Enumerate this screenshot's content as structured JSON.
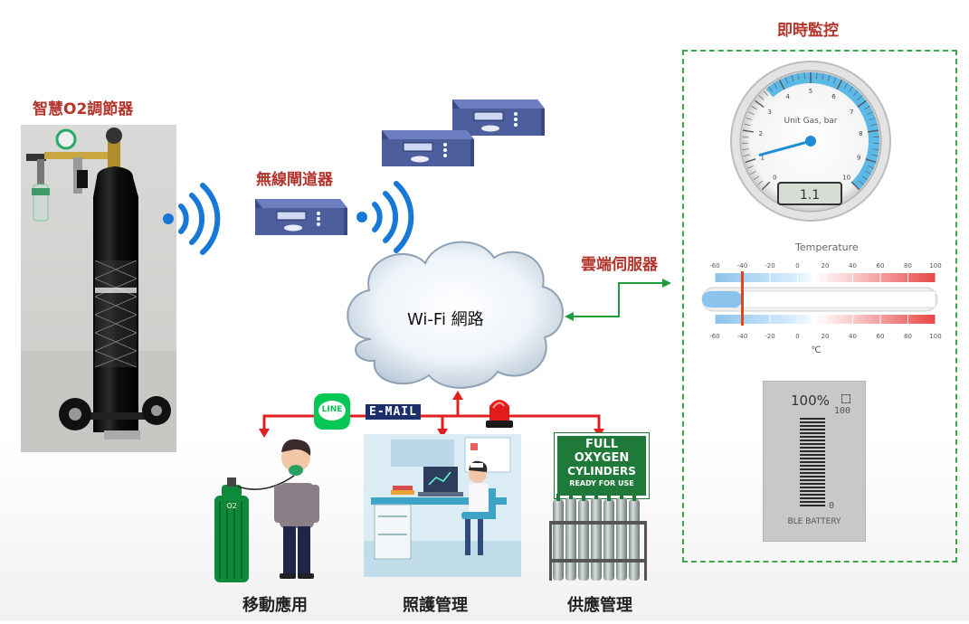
{
  "labels": {
    "smart_regulator": "智慧O2調節器",
    "wireless_gateway": "無線閘道器",
    "wifi_network": "Wi-Fi 網路",
    "cloud_server": "雲端伺服器",
    "realtime_monitor": "即時監控",
    "mobile_app": "移動應用",
    "care_management": "照護管理",
    "supply_management": "供應管理"
  },
  "badges": {
    "line": "LINE",
    "email": "E-MAIL"
  },
  "sign": {
    "line1": "FULL",
    "line2": "OXYGEN",
    "line3": "CYLINDERS",
    "line4": "READY FOR USE"
  },
  "o2_label": "O2",
  "gauge": {
    "unit_label": "Unit Gas, bar",
    "ticks": [
      "0",
      "1",
      "2",
      "3",
      "4",
      "5",
      "6",
      "7",
      "8",
      "9",
      "10"
    ],
    "reading": "1.1",
    "needle_value": 1.1,
    "max": 10
  },
  "thermometer": {
    "title": "Temperature",
    "ticks": [
      "-60",
      "-40",
      "-20",
      "0",
      "20",
      "40",
      "60",
      "80",
      "100"
    ],
    "unit": "℃",
    "value": -40
  },
  "battery": {
    "percent_text": "100%",
    "mini_value": "100",
    "zero_text": "0",
    "label": "BLE BATTERY",
    "level": 1.0
  },
  "colors": {
    "title_red": "#b3342b",
    "arrow_red": "#e02020",
    "arrow_green": "#1f9d3a",
    "wifi_blue": "#1778d8",
    "monitor_border": "#3aa84a",
    "device_blue": "#4c5f9c",
    "cylinder_black": "#121212",
    "sign_green": "#1f7a3a"
  }
}
